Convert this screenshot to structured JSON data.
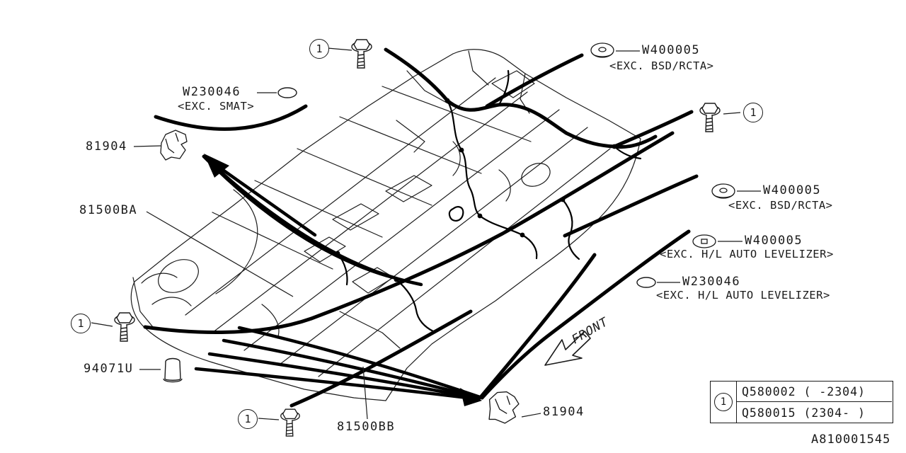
{
  "doc_number": "A810001545",
  "front_indicator": "FRONT",
  "fastener": {
    "ref": "1"
  },
  "labels": {
    "w230046_smat": {
      "part": "W230046",
      "note": "<EXC. SMAT>"
    },
    "w400005_top": {
      "part": "W400005",
      "note": "<EXC. BSD/RCTA>"
    },
    "w400005_mid": {
      "part": "W400005",
      "note": "<EXC. BSD/RCTA>"
    },
    "w400005_hl": {
      "part": "W400005",
      "note": "<EXC. H/L AUTO LEVELIZER>"
    },
    "w230046_hl": {
      "part": "W230046",
      "note": "<EXC. H/L AUTO LEVELIZER>"
    },
    "clip_left": {
      "part": "81904"
    },
    "clip_bottom": {
      "part": "81904"
    },
    "harness_ba": {
      "part": "81500BA"
    },
    "harness_bb": {
      "part": "81500BB"
    },
    "plug": {
      "part": "94071U"
    }
  },
  "legend": {
    "ref": "1",
    "rows": [
      "Q580002 ( -2304)",
      "Q580015 (2304- )"
    ]
  }
}
